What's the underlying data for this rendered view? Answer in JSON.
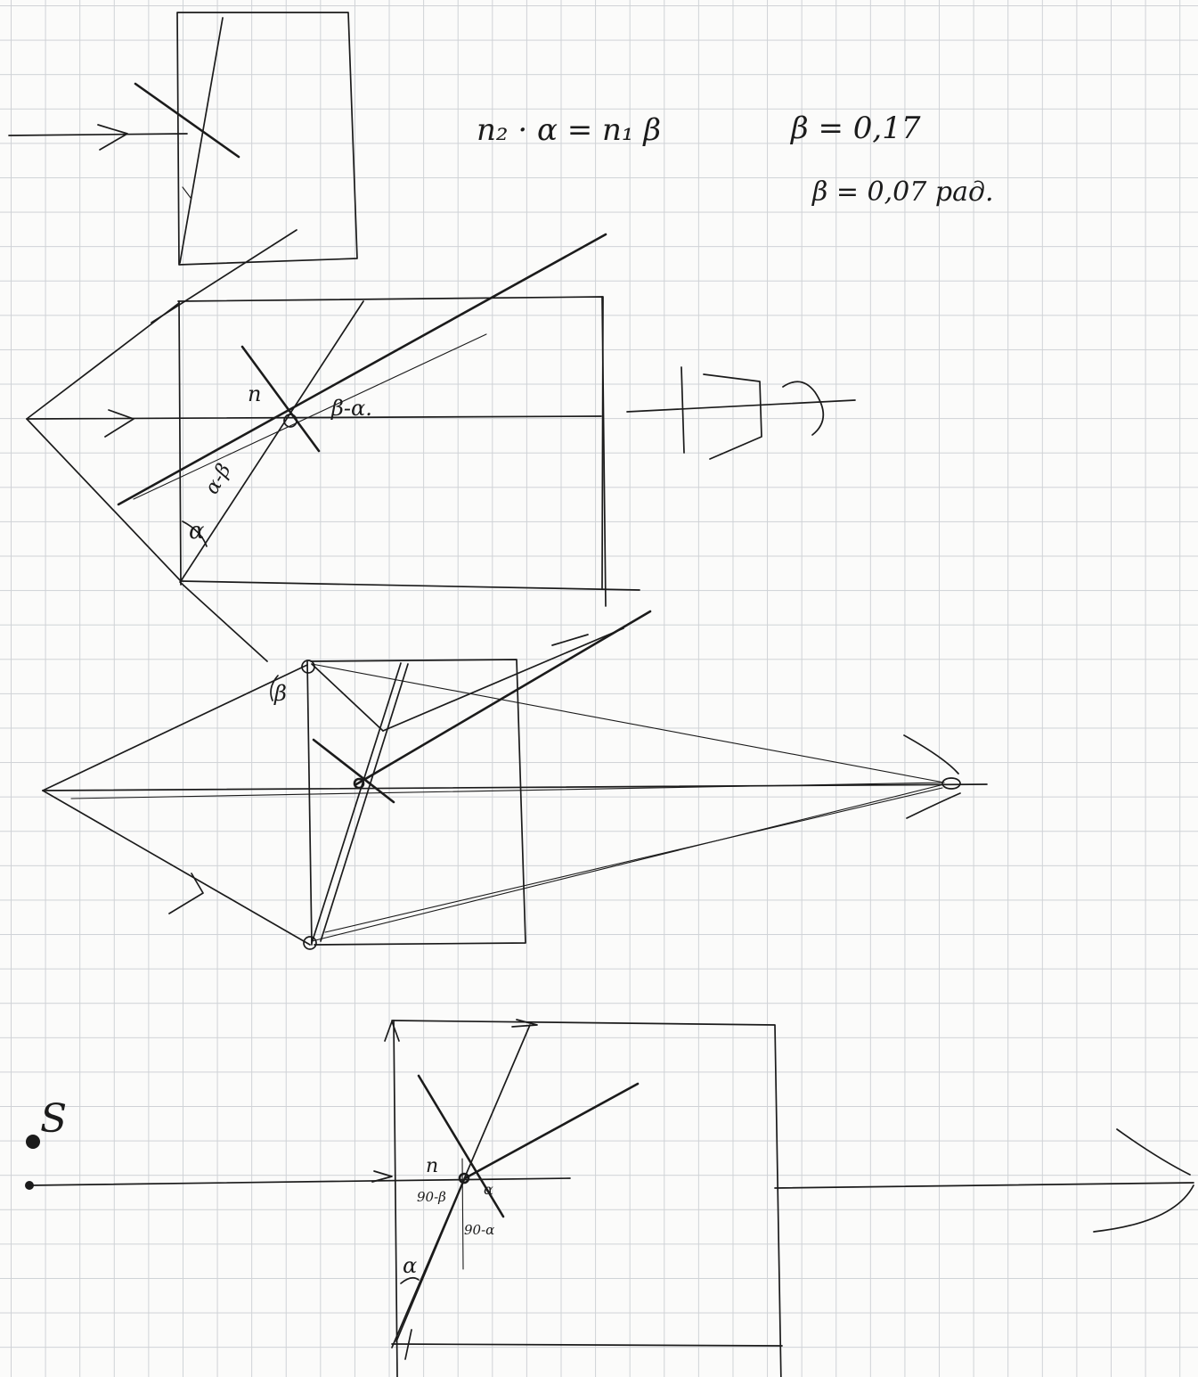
{
  "notes": {
    "snell": "n₂ · α = n₁ β",
    "beta_value": "β = 0,17",
    "beta_deg": "β = 0,07 рад."
  },
  "labels": {
    "d1_normal": "n",
    "d1_beta_minus_alpha": "β-α.",
    "d1_alpha_minus_beta": "α-β",
    "d1_alpha": "α",
    "d2_beta": "β",
    "d3_source": "S",
    "d3_n": "n",
    "d3_angle_left": "90-β",
    "d3_angle_right": "90-α",
    "d3_alpha": "α",
    "d3_small_alpha": "α"
  }
}
